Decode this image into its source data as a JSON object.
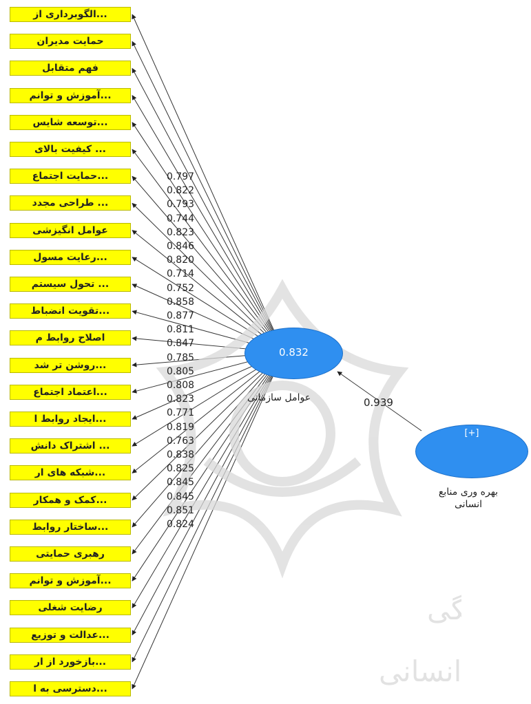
{
  "indicators": [
    "...الگوبرداری از",
    "حمایت مدیران",
    "فهم متقابل",
    "...آموزش و توانم",
    "...توسعه شایس",
    "... کیفیت بالای",
    "...حمایت اجتماع",
    "... طراحی مجدد",
    "عوامل انگیزشی",
    "...رعایت مسول",
    "... تحول سیستم",
    "...تقویت انضباط",
    "اصلاح روابط م",
    "...روشن تر شد",
    "...اعتماد اجتماع",
    "...ایجاد روابط ا",
    "... اشتراک دانش",
    "...شبکه های ار",
    "...کمک و همکار",
    "...ساختار روابط",
    "رهبری حمایتی",
    "...آموزش و توانم",
    "رضایت شغلی",
    "...عدالت و توزیع",
    "...بازخورد از ار",
    "...دسترسی به ا"
  ],
  "loadings": [
    "0.797",
    "0.822",
    "0.793",
    "0.744",
    "0.823",
    "0.846",
    "0.820",
    "0.714",
    "0.752",
    "0.858",
    "0.877",
    "0.811",
    "0.847",
    "0.785",
    "0.805",
    "0.808",
    "0.823",
    "0.771",
    "0.819",
    "0.763",
    "0.838",
    "0.825",
    "0.845",
    "0.845",
    "0.851",
    "0.824"
  ],
  "main_construct": {
    "label": "عوامل سازمانی",
    "r_squared": "0.832"
  },
  "hr_construct": {
    "label_line1": "بهره وری منابع",
    "label_line2": "انسانی",
    "expand_symbol": "[+]"
  },
  "path_coefficient": "0.939",
  "colors": {
    "indicator_fill": "#ffff00",
    "construct_fill": "#2f8ff0",
    "line": "#333333"
  }
}
